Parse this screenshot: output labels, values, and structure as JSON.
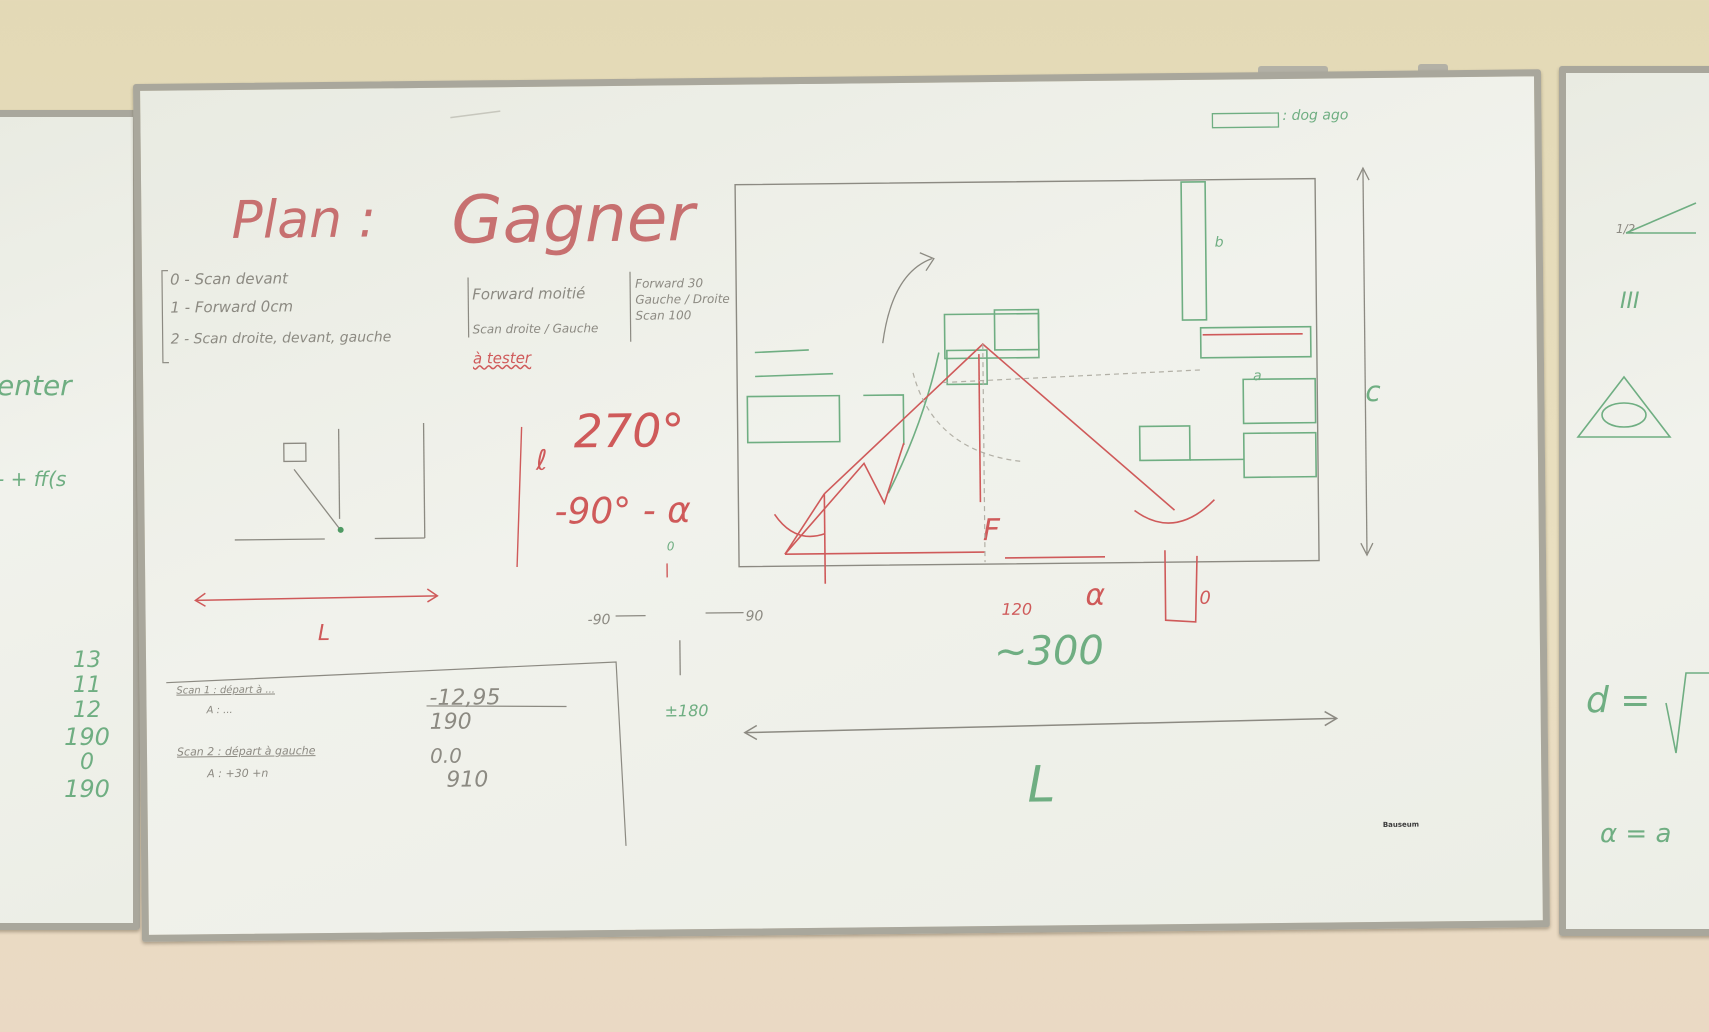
{
  "board": {
    "title_left": "Plan :",
    "title_right": "Gagner",
    "plan_steps": [
      "0 - Scan devant",
      "1 - Forward 0cm",
      "2 - Scan droite, devant, gauche"
    ],
    "plan_col2": [
      "Forward moitié",
      "Scan droite / Gauche"
    ],
    "plan_col3": [
      "Forward 30",
      "Gauche / Droite",
      "Scan 100"
    ],
    "a_tester": "à tester",
    "angle_main": "270°",
    "angle_sub": "-90° - α",
    "angle_ell": "ℓ",
    "zero_small": "0",
    "neg90": "-90",
    "pos90": "90",
    "pm180": "±180",
    "label_L_small": "L",
    "label_L_big": "L",
    "scan1_title": "Scan 1 : départ à ...",
    "scan1_sub": "A : ...",
    "scan2_title": "Scan 2 : départ à gauche",
    "scan2_sub": "A : +30 +n",
    "calc": [
      "-12,95",
      "190",
      "0.0",
      "910"
    ],
    "approx300": "~300",
    "num120": "120",
    "alpha_label": "α",
    "label_F": "F",
    "label_b": "b",
    "label_a": "a",
    "label_c": "c",
    "zero_right": "0",
    "legend_text": ": dog ago",
    "brand": "Bauseum"
  },
  "left_board": {
    "fragment_text": "enter",
    "fragment_text2": "- + ff(s",
    "numbers": [
      "13",
      "11",
      "12",
      "190",
      "0",
      "190"
    ]
  },
  "right_board": {
    "roman": "III",
    "d_eq": "d =",
    "alpha_eq": "α = a",
    "frac": "1/2"
  },
  "colors": {
    "red_marker": "#cf5a5a",
    "green_marker": "#6fae82",
    "wall": "#e6dcbc",
    "frame": "#a9a79c"
  }
}
